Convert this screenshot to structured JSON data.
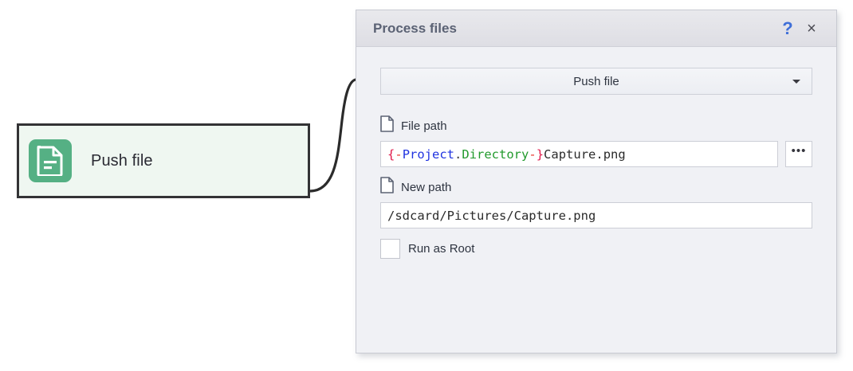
{
  "canvas": {
    "node": {
      "label": "Push file",
      "icon": "document-push-icon",
      "icon_color": "#55b084",
      "background": "#eff7f1",
      "border_color": "#333335"
    },
    "connector": "curved-link"
  },
  "dialog": {
    "title": "Process files",
    "help_label": "?",
    "close_label": "×",
    "action_combo": {
      "selected": "Push file",
      "options": [
        "Push file"
      ]
    },
    "fields": [
      {
        "label": "File path",
        "icon": "file-icon",
        "value": "{-Project.Directory-}Capture.png",
        "tokens": [
          {
            "text": "{",
            "cls": "tok-brace"
          },
          {
            "text": "-",
            "cls": "tok-dash"
          },
          {
            "text": "Project",
            "cls": "tok-ns"
          },
          {
            "text": ".",
            "cls": "tok-dot"
          },
          {
            "text": "Directory",
            "cls": "tok-var"
          },
          {
            "text": "-",
            "cls": "tok-dash"
          },
          {
            "text": "}",
            "cls": "tok-brace"
          },
          {
            "text": "Capture.png",
            "cls": "tok-plain"
          }
        ],
        "browse_label": "•••",
        "has_browse": true
      },
      {
        "label": "New path",
        "icon": "file-icon",
        "value": "/sdcard/Pictures/Capture.png",
        "has_browse": false
      }
    ],
    "checkbox": {
      "label": "Run as Root",
      "checked": false
    }
  },
  "colors": {
    "accent_blue": "#3f6fd8",
    "node_green": "#55b084",
    "dialog_bg": "#f0f1f5",
    "titlebar_bg": "#e4e5ea"
  }
}
